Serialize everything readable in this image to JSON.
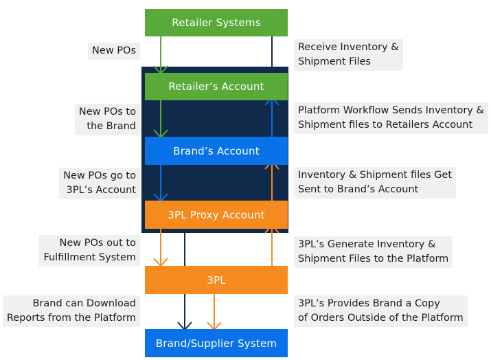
{
  "nodes": {
    "retailer_systems": "Retailer Systems",
    "retailers_account": "Retailer’s Account",
    "brands_account": "Brand’s Account",
    "proxy_account": "3PL Proxy Account",
    "three_pl": "3PL",
    "supplier_system": "Brand/Supplier System"
  },
  "left_labels": [
    "New POs",
    "New POs to\nthe Brand",
    "New POs go to\n3PL’s Account",
    "New POs out to\nFulfillment System",
    "Brand can Download\nReports from the Platform"
  ],
  "right_labels": [
    "Receive Inventory &\nShipment Files",
    "Platform Workflow Sends Inventory &\nShipment files to Retailers Account",
    "Inventory  & Shipment files Get\nSent to Brand’s Account",
    "3PL’s Generate Inventory &\nShipment Files to the Platform",
    "3PL’s Provides Brand a Copy\nof Orders Outside of the Platform"
  ],
  "colors": {
    "green": "#5aaa3a",
    "blue": "#0a72e8",
    "orange": "#f58a1f",
    "navy": "#0f2a4a",
    "label_bg": "#f0f0f0"
  }
}
